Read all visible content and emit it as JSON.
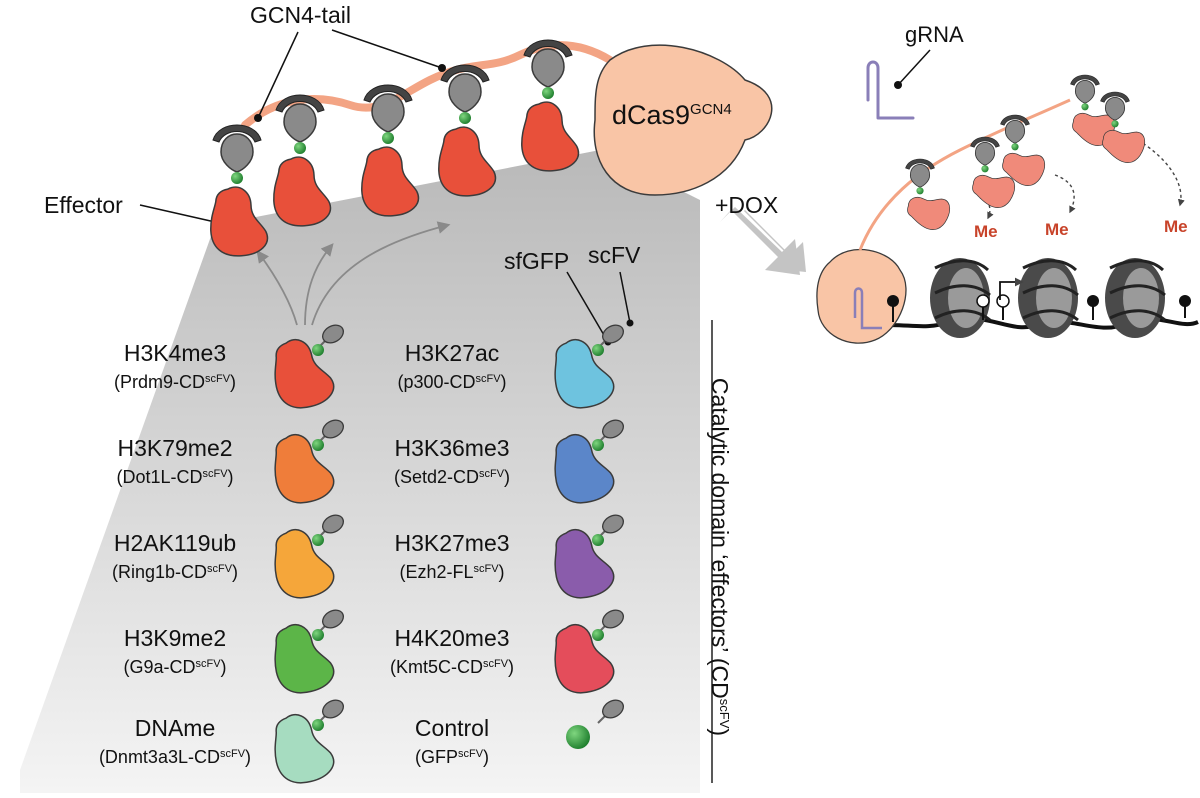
{
  "labels": {
    "gcn4_tail": "GCN4-tail",
    "effector": "Effector",
    "dcas9": "dCas9",
    "dcas9_sup": "GCN4",
    "grna": "gRNA",
    "dox": "+DOX",
    "sfgfp": "sfGFP",
    "scfv": "scFV",
    "me": "Me",
    "side_label": "Catalytic domain ‘effectors’ (CD",
    "side_label_sup": "scFV",
    "side_label_close": ")"
  },
  "effectors": [
    {
      "name": "H3K4me3",
      "construct": "(Prdm9-CD",
      "sup": "scFV",
      "close": ")",
      "color": "#e8503a"
    },
    {
      "name": "H3K27ac",
      "construct": "(p300-CD",
      "sup": "scFV",
      "close": ")",
      "color": "#6ec3df"
    },
    {
      "name": "H3K79me2",
      "construct": "(Dot1L-CD",
      "sup": "scFV",
      "close": ")",
      "color": "#ef7d3a"
    },
    {
      "name": "H3K36me3",
      "construct": "(Setd2-CD",
      "sup": "scFV",
      "close": ")",
      "color": "#5b86c9"
    },
    {
      "name": "H2AK119ub",
      "construct": "(Ring1b-CD",
      "sup": "scFV",
      "close": ")",
      "color": "#f5a63a"
    },
    {
      "name": "H3K27me3",
      "construct": "(Ezh2-FL",
      "sup": "scFV",
      "close": ")",
      "color": "#8a5cab"
    },
    {
      "name": "H3K9me2",
      "construct": "(G9a-CD",
      "sup": "scFV",
      "close": ")",
      "color": "#5cb548"
    },
    {
      "name": "H4K20me3",
      "construct": "(Kmt5C-CD",
      "sup": "scFV",
      "close": ")",
      "color": "#e44d5b"
    },
    {
      "name": "DNAme",
      "construct": "(Dnmt3a3L-CD",
      "sup": "scFV",
      "close": ")",
      "color": "#a6dcc0"
    },
    {
      "name": "Control",
      "construct": "(GFP",
      "sup": "scFV",
      "close": ")",
      "color": ""
    }
  ],
  "colors": {
    "effector_red": "#e8503a",
    "scfv_gray": "#8a8a8a",
    "sfgfp_green": "#2d9a3c",
    "gcn4_tail": "#f3a484",
    "dcas9_fill": "#f9c5a6",
    "grna": "#8a7fb8",
    "fan_gray": "#c8c8c8",
    "arrow_gray": "#c4c4c4",
    "nucleosome": "#555555"
  }
}
